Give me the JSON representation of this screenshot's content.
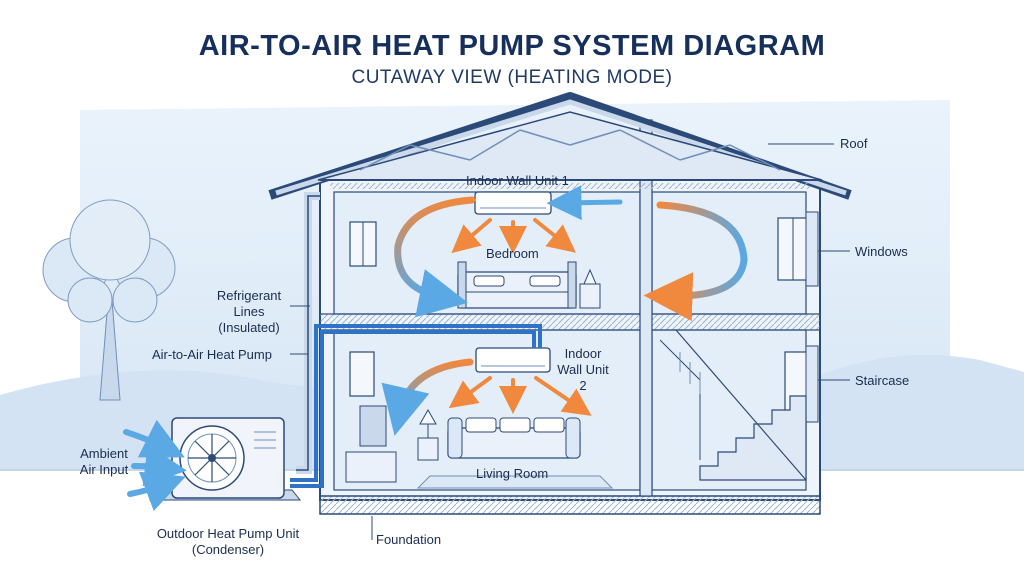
{
  "header": {
    "title": "AIR-TO-AIR HEAT PUMP SYSTEM DIAGRAM",
    "subtitle": "CUTAWAY VIEW (HEATING MODE)"
  },
  "labels": {
    "roof": "Roof",
    "windows": "Windows",
    "staircase": "Staircase",
    "foundation": "Foundation",
    "indoor_unit_1": "Indoor Wall Unit 1",
    "indoor_unit_2_line1": "Indoor",
    "indoor_unit_2_line2": "Wall Unit",
    "indoor_unit_2_line3": "2",
    "bedroom": "Bedroom",
    "living_room": "Living Room",
    "refrigerant_line1": "Refrigerant",
    "refrigerant_line2": "Lines",
    "refrigerant_line3": "(Insulated)",
    "heat_pump": "Air-to-Air Heat Pump",
    "ambient_line1": "Ambient",
    "ambient_line2": "Air Input",
    "outdoor_line1": "Outdoor Heat Pump Unit",
    "outdoor_line2": "(Condenser)"
  },
  "colors": {
    "navy": "#16305b",
    "line": "#2b4a78",
    "warm_arrow": "#f0883e",
    "cool_arrow": "#5aa8e4",
    "refrigerant": "#2f73c9",
    "sky": "#e6f0fa"
  }
}
